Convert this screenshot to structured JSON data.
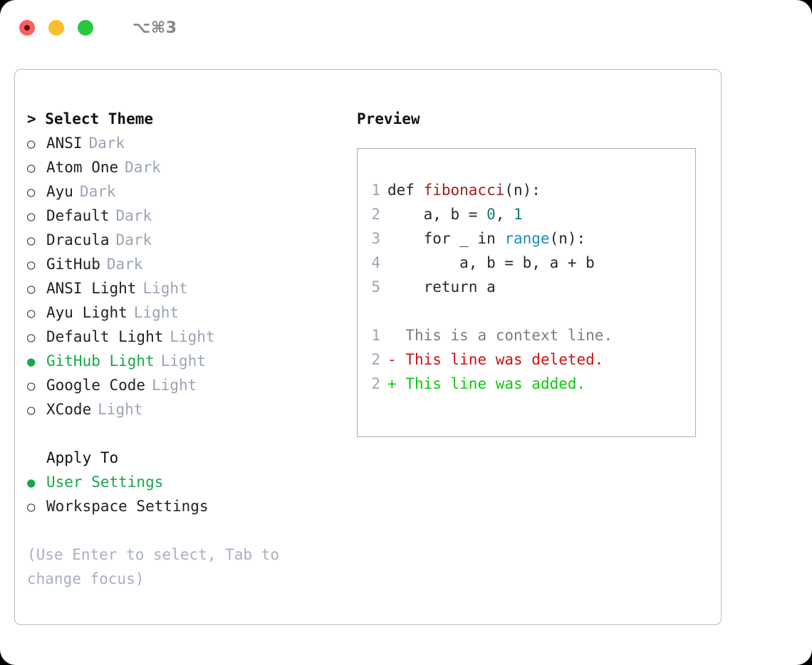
{
  "titlebar": {
    "shortcut": "⌥⌘3",
    "lights": [
      {
        "name": "close",
        "color": "#ff5f57"
      },
      {
        "name": "minimize",
        "color": "#ffbd2e"
      },
      {
        "name": "maximize",
        "color": "#28c840"
      }
    ]
  },
  "theme_panel": {
    "header": "> Select Theme",
    "selected_marker": "●",
    "unselected_marker": "○",
    "items": [
      {
        "marker": "○",
        "label": "ANSI",
        "tag": "Dark",
        "selected": false
      },
      {
        "marker": "○",
        "label": "Atom One",
        "tag": "Dark",
        "selected": false
      },
      {
        "marker": "○",
        "label": "Ayu",
        "tag": "Dark",
        "selected": false
      },
      {
        "marker": "○",
        "label": "Default",
        "tag": "Dark",
        "selected": false
      },
      {
        "marker": "○",
        "label": "Dracula",
        "tag": "Dark",
        "selected": false
      },
      {
        "marker": "○",
        "label": "GitHub",
        "tag": "Dark",
        "selected": false
      },
      {
        "marker": "○",
        "label": "ANSI Light",
        "tag": "Light",
        "selected": false
      },
      {
        "marker": "○",
        "label": "Ayu Light",
        "tag": "Light",
        "selected": false
      },
      {
        "marker": "○",
        "label": "Default Light",
        "tag": "Light",
        "selected": false
      },
      {
        "marker": "●",
        "label": "GitHub Light",
        "tag": "Light",
        "selected": true
      },
      {
        "marker": "○",
        "label": "Google Code",
        "tag": "Light",
        "selected": false
      },
      {
        "marker": "○",
        "label": "XCode",
        "tag": "Light",
        "selected": false
      }
    ]
  },
  "apply_to": {
    "header": "Apply To",
    "items": [
      {
        "marker": "●",
        "label": "User Settings",
        "selected": true
      },
      {
        "marker": "○",
        "label": "Workspace Settings",
        "selected": false
      }
    ]
  },
  "hint": "(Use Enter to select, Tab to change focus)",
  "preview": {
    "header": "Preview",
    "code_lines": [
      {
        "num": "1",
        "segments": [
          {
            "text": "def ",
            "cls": "tok-plain"
          },
          {
            "text": "fibonacci",
            "cls": "tok-fn"
          },
          {
            "text": "(n):",
            "cls": "tok-plain"
          }
        ]
      },
      {
        "num": "2",
        "segments": [
          {
            "text": "    a, b = ",
            "cls": "tok-plain"
          },
          {
            "text": "0",
            "cls": "tok-num"
          },
          {
            "text": ", ",
            "cls": "tok-plain"
          },
          {
            "text": "1",
            "cls": "tok-num"
          }
        ]
      },
      {
        "num": "3",
        "segments": [
          {
            "text": "    for _ in ",
            "cls": "tok-plain"
          },
          {
            "text": "range",
            "cls": "tok-builtin"
          },
          {
            "text": "(n):",
            "cls": "tok-plain"
          }
        ]
      },
      {
        "num": "4",
        "segments": [
          {
            "text": "        a, b = b, a + b",
            "cls": "tok-plain"
          }
        ]
      },
      {
        "num": "5",
        "segments": [
          {
            "text": "    return a",
            "cls": "tok-plain"
          }
        ]
      }
    ],
    "diff_lines": [
      {
        "num": "1",
        "prefix": "  ",
        "text": "This is a context line.",
        "kind": "d-ctx"
      },
      {
        "num": "2",
        "prefix": "- ",
        "text": "This line was deleted.",
        "kind": "d-del"
      },
      {
        "num": "2",
        "prefix": "+ ",
        "text": "This line was added.",
        "kind": "d-add"
      }
    ]
  },
  "colors": {
    "accent_green": "#17a84a",
    "diff_add": "#0bc90b",
    "diff_del": "#cc1111",
    "muted": "#9aa4b4",
    "hint": "#a8b0bd",
    "border": "#b4bcc8",
    "preview_border": "#a5afbe",
    "function": "#9f1d21",
    "builtin": "#1d8bbd",
    "number": "#0b7b78"
  }
}
